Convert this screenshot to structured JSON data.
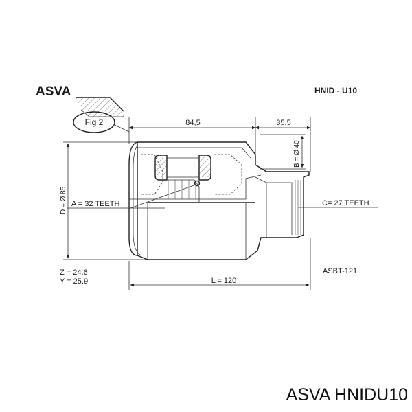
{
  "header": {
    "brand": "ASVA",
    "code": "HNID - U10"
  },
  "figure": {
    "label": "Fig 2"
  },
  "dimensions": {
    "length_outer": "84,5",
    "length_stub": "35,5",
    "outer_diameter": "D = Ø 85",
    "seal_diameter": "B = Ø 40",
    "teeth_a": "A = 32 TEETH",
    "teeth_c": "C= 27 TEETH",
    "z": "Z = 24.6",
    "y": "Y = 25.9",
    "total_length": "L = 120"
  },
  "boot_kit": "ASBT-121",
  "footer": {
    "title": "ASVA HNIDU10"
  }
}
